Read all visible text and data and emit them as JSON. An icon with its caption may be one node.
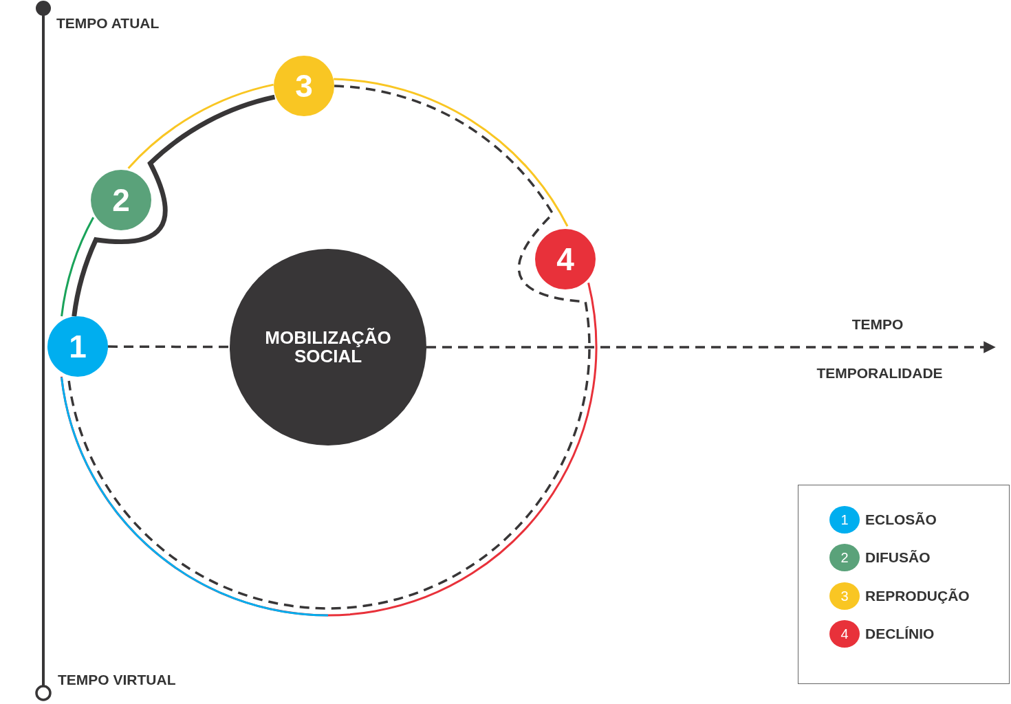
{
  "diagram": {
    "nodes": [
      {
        "text": [
          "MOBILIZAÇÃO SOCIAL"
        ]
      },
      {
        "text": [
          "1"
        ]
      },
      {
        "text": [
          "2"
        ]
      },
      {
        "text": [
          "3"
        ]
      },
      {
        "text": [
          "4"
        ]
      }
    ],
    "edges": [
      {
        "from": 1,
        "to": 0,
        "arrow": "none",
        "style": "dashed"
      },
      {
        "from": 0,
        "to": null,
        "arrow": "to",
        "style": "dashed"
      },
      {
        "from": 1,
        "to": 2,
        "arrow": "none",
        "color": "#1aa35a"
      },
      {
        "from": 2,
        "to": 3,
        "arrow": "none",
        "color": "#f9c623"
      },
      {
        "from": 3,
        "to": 4,
        "arrow": "none",
        "color": "#f9c623"
      },
      {
        "from": 4,
        "to": 1,
        "arrow": "none",
        "color": "#e8313a"
      },
      {
        "from": 1,
        "to": 3,
        "arrow": "none",
        "style": "thick"
      },
      {
        "from": 3,
        "to": 1,
        "arrow": "none",
        "style": "dashed"
      }
    ],
    "labels": [
      "TEMPO ATUAL",
      "TEMPO",
      "TEMPORALIDADE",
      "1",
      "2",
      "3",
      "4",
      "TEMPO VIRTUAL"
    ],
    "legend": [
      {
        "text": "ECLOSÃO",
        "color": "#00aeef"
      },
      {
        "text": "DIFUSÃO",
        "color": "#5aa27a"
      },
      {
        "text": "REPRODUÇÃO",
        "color": "#f9c623"
      },
      {
        "text": "DECLÍNIO",
        "color": "#e8313a"
      }
    ]
  }
}
